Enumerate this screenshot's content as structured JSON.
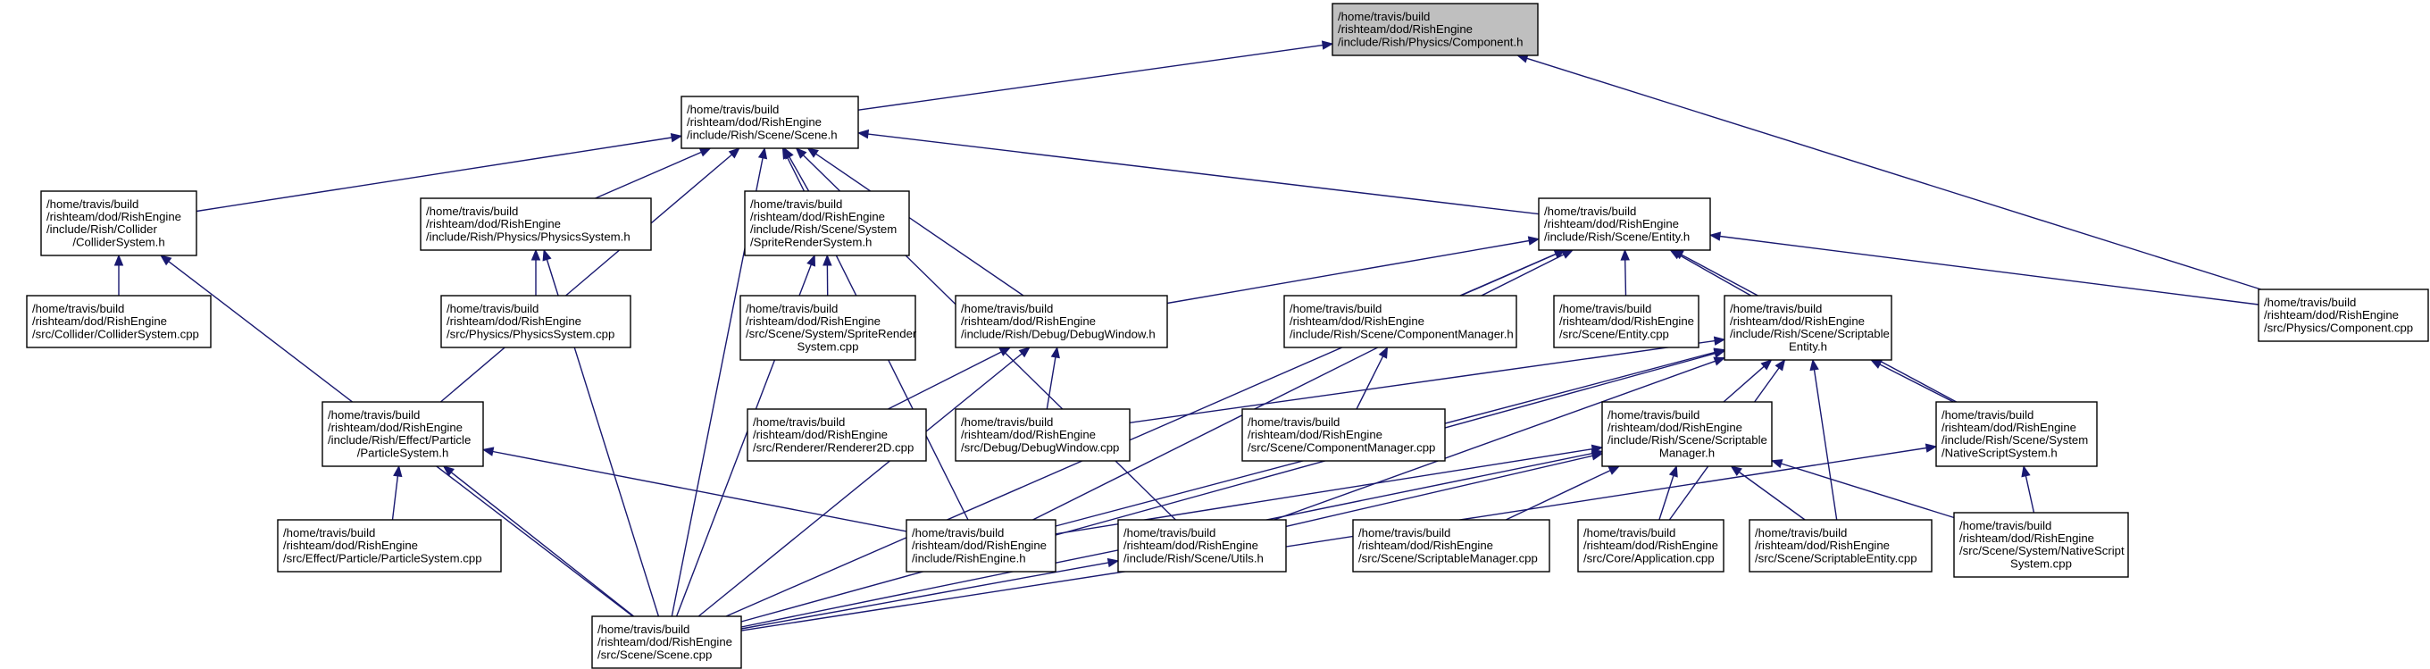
{
  "graph": {
    "nodes": [
      {
        "id": "component_h",
        "root": true,
        "lines": [
          "/home/travis/build",
          "/rishteam/dod/RishEngine",
          "/include/Rish/Physics/Component.h"
        ]
      },
      {
        "id": "scene_h",
        "lines": [
          "/home/travis/build",
          "/rishteam/dod/RishEngine",
          "/include/Rish/Scene/Scene.h"
        ]
      },
      {
        "id": "collidersystem_h",
        "lines": [
          "/home/travis/build",
          "/rishteam/dod/RishEngine",
          "/include/Rish/Collider",
          "/ColliderSystem.h"
        ]
      },
      {
        "id": "physicssystem_h",
        "lines": [
          "/home/travis/build",
          "/rishteam/dod/RishEngine",
          "/include/Rish/Physics/PhysicsSystem.h"
        ]
      },
      {
        "id": "spriterendersystem_h",
        "lines": [
          "/home/travis/build",
          "/rishteam/dod/RishEngine",
          "/include/Rish/Scene/System",
          "/SpriteRenderSystem.h"
        ]
      },
      {
        "id": "entity_h",
        "lines": [
          "/home/travis/build",
          "/rishteam/dod/RishEngine",
          "/include/Rish/Scene/Entity.h"
        ]
      },
      {
        "id": "component_cpp",
        "lines": [
          "/home/travis/build",
          "/rishteam/dod/RishEngine",
          "/src/Physics/Component.cpp"
        ]
      },
      {
        "id": "collidersystem_cpp",
        "lines": [
          "/home/travis/build",
          "/rishteam/dod/RishEngine",
          "/src/Collider/ColliderSystem.cpp"
        ]
      },
      {
        "id": "physicssystem_cpp",
        "lines": [
          "/home/travis/build",
          "/rishteam/dod/RishEngine",
          "/src/Physics/PhysicsSystem.cpp"
        ]
      },
      {
        "id": "spriterendersystem_cpp",
        "lines": [
          "/home/travis/build",
          "/rishteam/dod/RishEngine",
          "/src/Scene/System/SpriteRender",
          "System.cpp"
        ]
      },
      {
        "id": "debugwindow_h",
        "lines": [
          "/home/travis/build",
          "/rishteam/dod/RishEngine",
          "/include/Rish/Debug/DebugWindow.h"
        ]
      },
      {
        "id": "componentmanager_h",
        "lines": [
          "/home/travis/build",
          "/rishteam/dod/RishEngine",
          "/include/Rish/Scene/ComponentManager.h"
        ]
      },
      {
        "id": "entity_cpp",
        "lines": [
          "/home/travis/build",
          "/rishteam/dod/RishEngine",
          "/src/Scene/Entity.cpp"
        ]
      },
      {
        "id": "scriptableentity_h",
        "lines": [
          "/home/travis/build",
          "/rishteam/dod/RishEngine",
          "/include/Rish/Scene/Scriptable",
          "Entity.h"
        ]
      },
      {
        "id": "particlesystem_h",
        "lines": [
          "/home/travis/build",
          "/rishteam/dod/RishEngine",
          "/include/Rish/Effect/Particle",
          "/ParticleSystem.h"
        ]
      },
      {
        "id": "renderer2d_cpp",
        "lines": [
          "/home/travis/build",
          "/rishteam/dod/RishEngine",
          "/src/Renderer/Renderer2D.cpp"
        ]
      },
      {
        "id": "debugwindow_cpp",
        "lines": [
          "/home/travis/build",
          "/rishteam/dod/RishEngine",
          "/src/Debug/DebugWindow.cpp"
        ]
      },
      {
        "id": "componentmanager_cpp",
        "lines": [
          "/home/travis/build",
          "/rishteam/dod/RishEngine",
          "/src/Scene/ComponentManager.cpp"
        ]
      },
      {
        "id": "scriptablemanager_h",
        "lines": [
          "/home/travis/build",
          "/rishteam/dod/RishEngine",
          "/include/Rish/Scene/Scriptable",
          "Manager.h"
        ]
      },
      {
        "id": "nativescriptsystem_h",
        "lines": [
          "/home/travis/build",
          "/rishteam/dod/RishEngine",
          "/include/Rish/Scene/System",
          "/NativeScriptSystem.h"
        ]
      },
      {
        "id": "particlesystem_cpp",
        "lines": [
          "/home/travis/build",
          "/rishteam/dod/RishEngine",
          "/src/Effect/Particle/ParticleSystem.cpp"
        ]
      },
      {
        "id": "rishengine_h",
        "lines": [
          "/home/travis/build",
          "/rishteam/dod/RishEngine",
          "/include/RishEngine.h"
        ]
      },
      {
        "id": "utils_h",
        "lines": [
          "/home/travis/build",
          "/rishteam/dod/RishEngine",
          "/include/Rish/Scene/Utils.h"
        ]
      },
      {
        "id": "scriptablemanager_cpp",
        "lines": [
          "/home/travis/build",
          "/rishteam/dod/RishEngine",
          "/src/Scene/ScriptableManager.cpp"
        ]
      },
      {
        "id": "application_cpp",
        "lines": [
          "/home/travis/build",
          "/rishteam/dod/RishEngine",
          "/src/Core/Application.cpp"
        ]
      },
      {
        "id": "scriptableentity_cpp",
        "lines": [
          "/home/travis/build",
          "/rishteam/dod/RishEngine",
          "/src/Scene/ScriptableEntity.cpp"
        ]
      },
      {
        "id": "nativescriptsystem_cpp",
        "lines": [
          "/home/travis/build",
          "/rishteam/dod/RishEngine",
          "/src/Scene/System/NativeScript",
          "System.cpp"
        ]
      },
      {
        "id": "scene_cpp",
        "lines": [
          "/home/travis/build",
          "/rishteam/dod/RishEngine",
          "/src/Scene/Scene.cpp"
        ]
      }
    ],
    "edges": [
      [
        "scene_h",
        "component_h"
      ],
      [
        "component_cpp",
        "component_h"
      ],
      [
        "collidersystem_h",
        "scene_h"
      ],
      [
        "physicssystem_h",
        "scene_h"
      ],
      [
        "spriterendersystem_h",
        "scene_h"
      ],
      [
        "entity_h",
        "scene_h"
      ],
      [
        "debugwindow_h",
        "scene_h"
      ],
      [
        "particlesystem_h",
        "scene_h"
      ],
      [
        "rishengine_h",
        "scene_h"
      ],
      [
        "utils_h",
        "scene_h"
      ],
      [
        "scene_cpp",
        "scene_h"
      ],
      [
        "collidersystem_cpp",
        "collidersystem_h"
      ],
      [
        "scene_cpp",
        "collidersystem_h"
      ],
      [
        "physicssystem_cpp",
        "physicssystem_h"
      ],
      [
        "scene_cpp",
        "physicssystem_h"
      ],
      [
        "spriterendersystem_cpp",
        "spriterendersystem_h"
      ],
      [
        "scene_cpp",
        "spriterendersystem_h"
      ],
      [
        "component_cpp",
        "entity_h"
      ],
      [
        "debugwindow_h",
        "entity_h"
      ],
      [
        "componentmanager_h",
        "entity_h"
      ],
      [
        "entity_cpp",
        "entity_h"
      ],
      [
        "scriptableentity_h",
        "entity_h"
      ],
      [
        "nativescriptsystem_h",
        "entity_h"
      ],
      [
        "rishengine_h",
        "entity_h"
      ],
      [
        "scene_cpp",
        "entity_h"
      ],
      [
        "renderer2d_cpp",
        "debugwindow_h"
      ],
      [
        "debugwindow_cpp",
        "debugwindow_h"
      ],
      [
        "scene_cpp",
        "debugwindow_h"
      ],
      [
        "componentmanager_cpp",
        "componentmanager_h"
      ],
      [
        "debugwindow_cpp",
        "scriptableentity_h"
      ],
      [
        "scriptablemanager_h",
        "scriptableentity_h"
      ],
      [
        "nativescriptsystem_h",
        "scriptableentity_h"
      ],
      [
        "rishengine_h",
        "scriptableentity_h"
      ],
      [
        "utils_h",
        "scriptableentity_h"
      ],
      [
        "application_cpp",
        "scriptableentity_h"
      ],
      [
        "scriptableentity_cpp",
        "scriptableentity_h"
      ],
      [
        "scene_cpp",
        "scriptableentity_h"
      ],
      [
        "particlesystem_cpp",
        "particlesystem_h"
      ],
      [
        "rishengine_h",
        "particlesystem_h"
      ],
      [
        "scene_cpp",
        "particlesystem_h"
      ],
      [
        "rishengine_h",
        "scriptablemanager_h"
      ],
      [
        "utils_h",
        "scriptablemanager_h"
      ],
      [
        "scriptablemanager_cpp",
        "scriptablemanager_h"
      ],
      [
        "application_cpp",
        "scriptablemanager_h"
      ],
      [
        "scriptableentity_cpp",
        "scriptablemanager_h"
      ],
      [
        "nativescriptsystem_cpp",
        "scriptablemanager_h"
      ],
      [
        "scene_cpp",
        "scriptablemanager_h"
      ],
      [
        "nativescriptsystem_cpp",
        "nativescriptsystem_h"
      ],
      [
        "scene_cpp",
        "nativescriptsystem_h"
      ],
      [
        "scene_cpp",
        "utils_h"
      ]
    ]
  }
}
